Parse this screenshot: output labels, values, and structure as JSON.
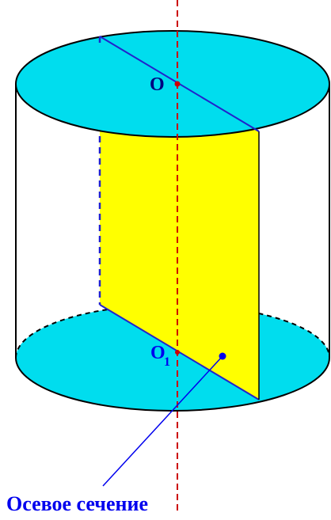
{
  "labels": {
    "top_center": "O",
    "bottom_center_main": "O",
    "bottom_center_sub": "1",
    "caption": "Осевое сечение"
  },
  "colors": {
    "base_fill": "#00ddee",
    "section_fill": "#ffff00",
    "outline": "#000000",
    "section_edge": "#2222cc",
    "axis": "#cc0000",
    "label": "#0000ee"
  },
  "icons": {
    "axis": "dashed-axis-line",
    "pointer": "dot-with-leader-line"
  }
}
